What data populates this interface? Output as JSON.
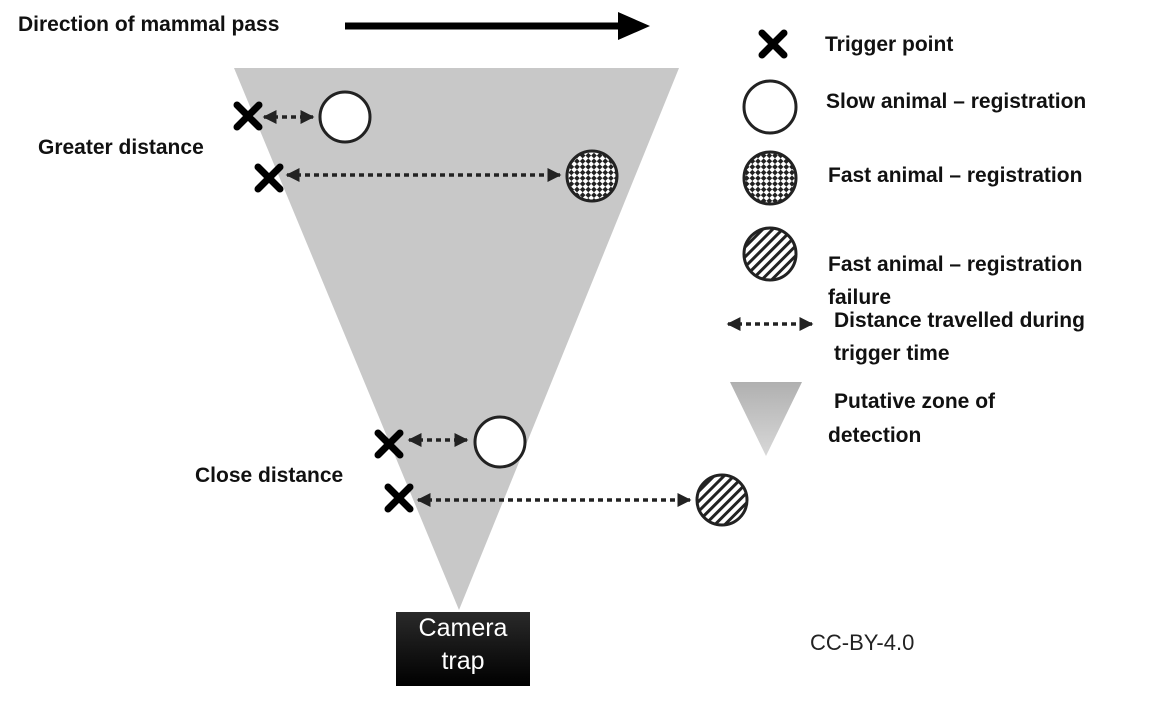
{
  "header": {
    "direction_label": "Direction of mammal pass"
  },
  "zones": {
    "greater": "Greater distance",
    "close": "Close distance"
  },
  "camera": {
    "line1": "Camera",
    "line2": "trap"
  },
  "legend": {
    "trigger": "Trigger point",
    "slow": "Slow animal – registration",
    "fast": "Fast animal – registration",
    "failure_line1": "Fast animal –  registration",
    "failure_line2": "failure",
    "distance_line1": "Distance travelled during",
    "distance_line2": "trigger time",
    "zone_line1": "Putative zone of",
    "zone_line2": "detection"
  },
  "license": "CC-BY-4.0",
  "colors": {
    "zone": "#c8c8c8",
    "ink": "#111111",
    "camera": "#000000"
  }
}
